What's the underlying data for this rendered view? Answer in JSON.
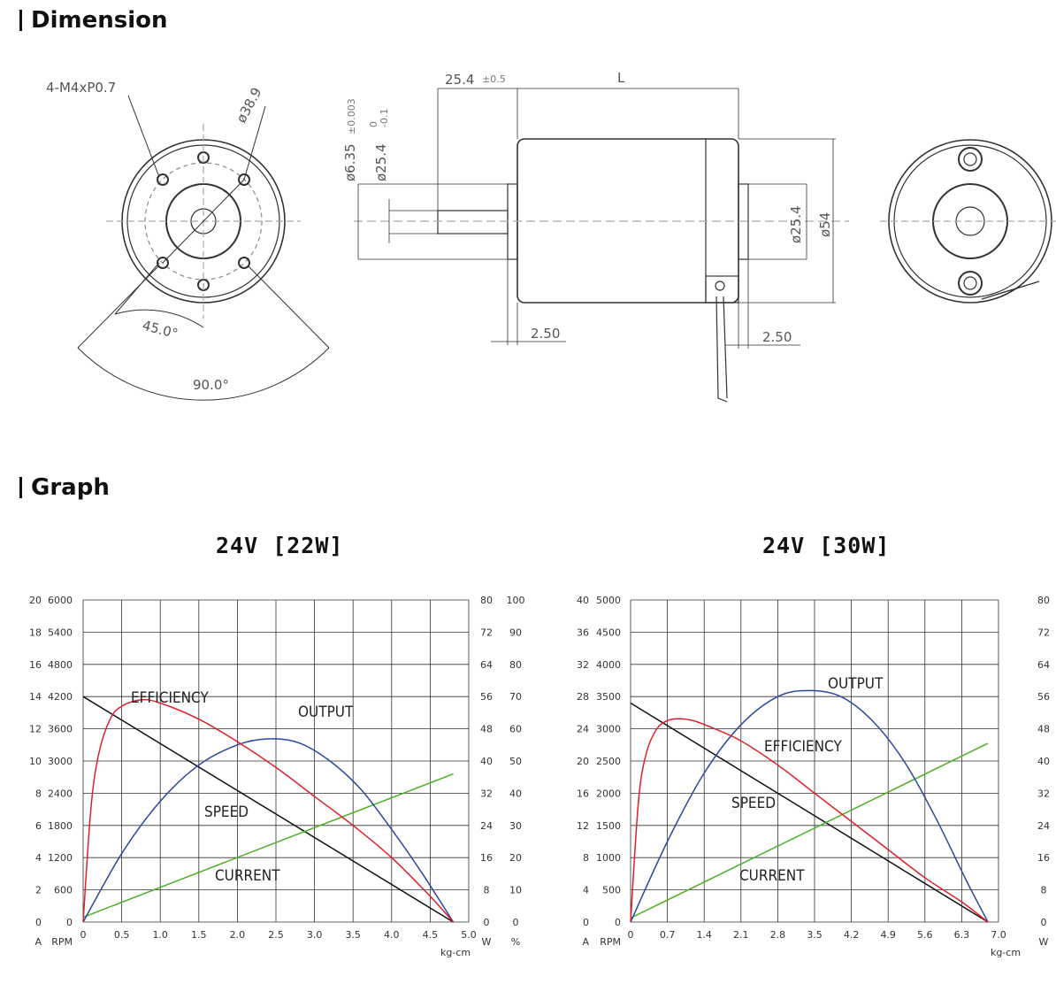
{
  "sections": {
    "dimension": "Dimension",
    "graph": "Graph"
  },
  "drawing": {
    "thread": "4-M4xP0.7",
    "dia_bolt_circle": "ø38.9",
    "angle_45": "45.0°",
    "angle_90": "90.0°",
    "shaft_len": "25.4",
    "shaft_len_tol": "±0.5",
    "body_len": "L",
    "dia_shaft": "ø6.35",
    "dia_shaft_tol": "±0.003",
    "dia_boss": "ø25.4",
    "dia_boss_tol_upper": "0",
    "dia_boss_tol_lower": "-0.1",
    "rear_boss": "ø25.4",
    "dia_body": "ø54",
    "front_boss_len": "2.50",
    "rear_boss_len": "2.50"
  },
  "colors": {
    "speed": "#111111",
    "efficiency": "#e0202a",
    "output": "#2a48a0",
    "current": "#4caf28",
    "grid": "#333333"
  },
  "chart_data": [
    {
      "type": "line",
      "title": "24V [22W]",
      "xlabel": "kg-cm",
      "x_ticks": [
        "0",
        "0.5",
        "1.0",
        "1.5",
        "2.0",
        "2.5",
        "3.0",
        "3.5",
        "4.0",
        "4.5",
        "5.0"
      ],
      "xlim": [
        0,
        5.0
      ],
      "left_axes": [
        {
          "unit": "A",
          "ticks": [
            "0",
            "2",
            "4",
            "6",
            "8",
            "10",
            "12",
            "14",
            "16",
            "18",
            "20"
          ],
          "ylim": [
            0,
            20
          ]
        },
        {
          "unit": "RPM",
          "ticks": [
            "0",
            "600",
            "1200",
            "1800",
            "2400",
            "3000",
            "3600",
            "4200",
            "4800",
            "5400",
            "6000"
          ],
          "ylim": [
            0,
            6000
          ]
        }
      ],
      "right_axes": [
        {
          "unit": "W",
          "ticks": [
            "0",
            "8",
            "16",
            "24",
            "32",
            "40",
            "48",
            "56",
            "64",
            "72",
            "80"
          ],
          "ylim": [
            0,
            80
          ]
        },
        {
          "unit": "%",
          "ticks": [
            "0",
            "10",
            "20",
            "30",
            "40",
            "50",
            "60",
            "70",
            "80",
            "90",
            "100"
          ],
          "ylim": [
            0,
            100
          ]
        }
      ],
      "series": [
        {
          "name": "SPEED",
          "axis": "RPM",
          "x": [
            0,
            4.8
          ],
          "y": [
            4200,
            0
          ]
        },
        {
          "name": "CURRENT",
          "axis": "A",
          "x": [
            0,
            4.8
          ],
          "y": [
            0.3,
            9.2
          ]
        },
        {
          "name": "OUTPUT",
          "axis": "W",
          "x": [
            0,
            0.5,
            1.0,
            1.5,
            2.0,
            2.4,
            2.8,
            3.2,
            3.6,
            4.0,
            4.4,
            4.8
          ],
          "y": [
            0,
            17,
            30,
            39,
            44,
            45.5,
            44.5,
            40,
            33,
            23,
            12,
            0
          ]
        },
        {
          "name": "EFFICIENCY",
          "axis": "%",
          "x": [
            0,
            0.1,
            0.2,
            0.35,
            0.5,
            0.75,
            1.0,
            1.5,
            2.0,
            2.5,
            3.0,
            3.5,
            4.0,
            4.5,
            4.8
          ],
          "y": [
            0,
            35,
            52,
            63,
            67,
            69,
            68,
            63,
            56,
            48,
            39,
            30,
            20,
            8,
            0
          ]
        }
      ]
    },
    {
      "type": "line",
      "title": "24V [30W]",
      "xlabel": "kg-cm",
      "x_ticks": [
        "0",
        "0.7",
        "1.4",
        "2.1",
        "2.8",
        "3.5",
        "4.2",
        "4.9",
        "5.6",
        "6.3",
        "7.0"
      ],
      "xlim": [
        0,
        7.0
      ],
      "left_axes": [
        {
          "unit": "A",
          "ticks": [
            "0",
            "4",
            "8",
            "12",
            "16",
            "20",
            "24",
            "28",
            "32",
            "36",
            "40"
          ],
          "ylim": [
            0,
            40
          ]
        },
        {
          "unit": "RPM",
          "ticks": [
            "0",
            "500",
            "1000",
            "1500",
            "2000",
            "2500",
            "3000",
            "3500",
            "4000",
            "4500",
            "5000"
          ],
          "ylim": [
            0,
            5000
          ]
        }
      ],
      "right_axes": [
        {
          "unit": "W",
          "ticks": [
            "0",
            "8",
            "16",
            "24",
            "32",
            "40",
            "48",
            "56",
            "64",
            "72",
            "80"
          ],
          "ylim": [
            0,
            80
          ]
        }
      ],
      "series": [
        {
          "name": "SPEED",
          "axis": "RPM",
          "x": [
            0,
            6.8
          ],
          "y": [
            3400,
            0
          ]
        },
        {
          "name": "CURRENT",
          "axis": "A",
          "x": [
            0,
            6.8
          ],
          "y": [
            0.5,
            22.2
          ]
        },
        {
          "name": "OUTPUT",
          "axis": "W",
          "x": [
            0,
            0.7,
            1.4,
            2.1,
            2.8,
            3.4,
            4.0,
            4.6,
            5.2,
            5.8,
            6.4,
            6.8
          ],
          "y": [
            0,
            20,
            37,
            49,
            56,
            57.5,
            56,
            50,
            40,
            26,
            10,
            0
          ]
        },
        {
          "name": "EFFICIENCY",
          "axis": "W",
          "x": [
            0,
            0.15,
            0.3,
            0.5,
            0.7,
            0.9,
            1.2,
            1.6,
            2.1,
            2.8,
            3.5,
            4.2,
            4.9,
            5.6,
            6.3,
            6.8
          ],
          "y": [
            0,
            30,
            42,
            48,
            50,
            50.5,
            50,
            48,
            45,
            39,
            32,
            25,
            18,
            11,
            5,
            0
          ]
        }
      ]
    }
  ]
}
